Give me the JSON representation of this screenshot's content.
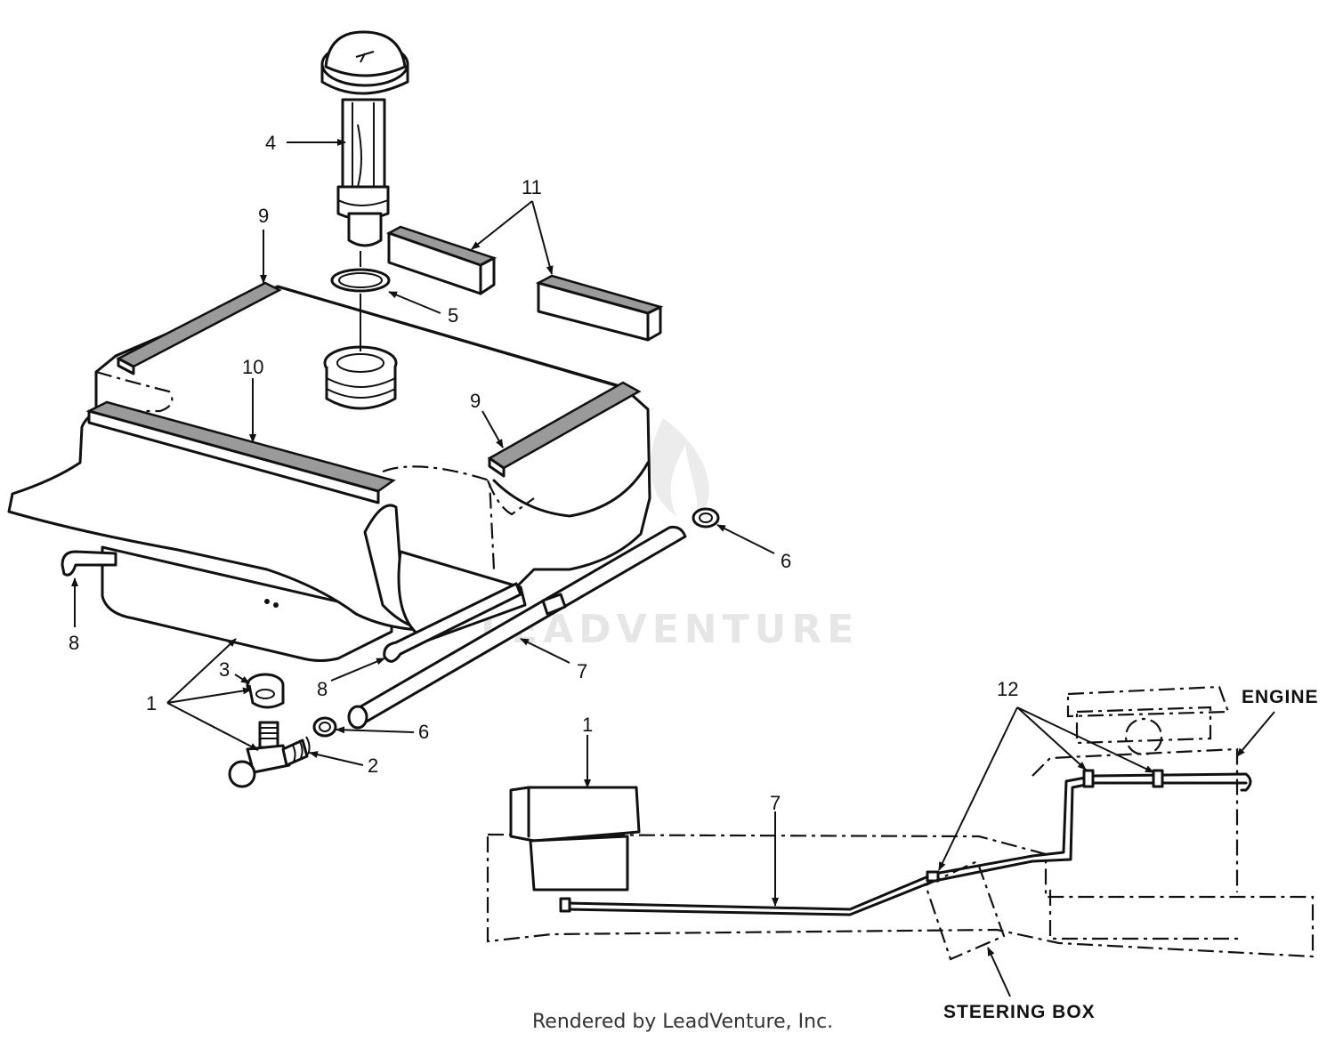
{
  "diagram": {
    "callouts": {
      "c1a": "1",
      "c1b": "1",
      "c2": "2",
      "c3": "3",
      "c4": "4",
      "c5": "5",
      "c6a": "6",
      "c6b": "6",
      "c7a": "7",
      "c7b": "7",
      "c8a": "8",
      "c8b": "8",
      "c9a": "9",
      "c9b": "9",
      "c10": "10",
      "c11": "11",
      "c12": "12"
    },
    "labels": {
      "engine": "ENGINE",
      "steering_box": "STEERING BOX"
    },
    "watermark": "LEADVENTURE"
  },
  "footer": {
    "credit": "Rendered by LeadVenture, Inc."
  }
}
